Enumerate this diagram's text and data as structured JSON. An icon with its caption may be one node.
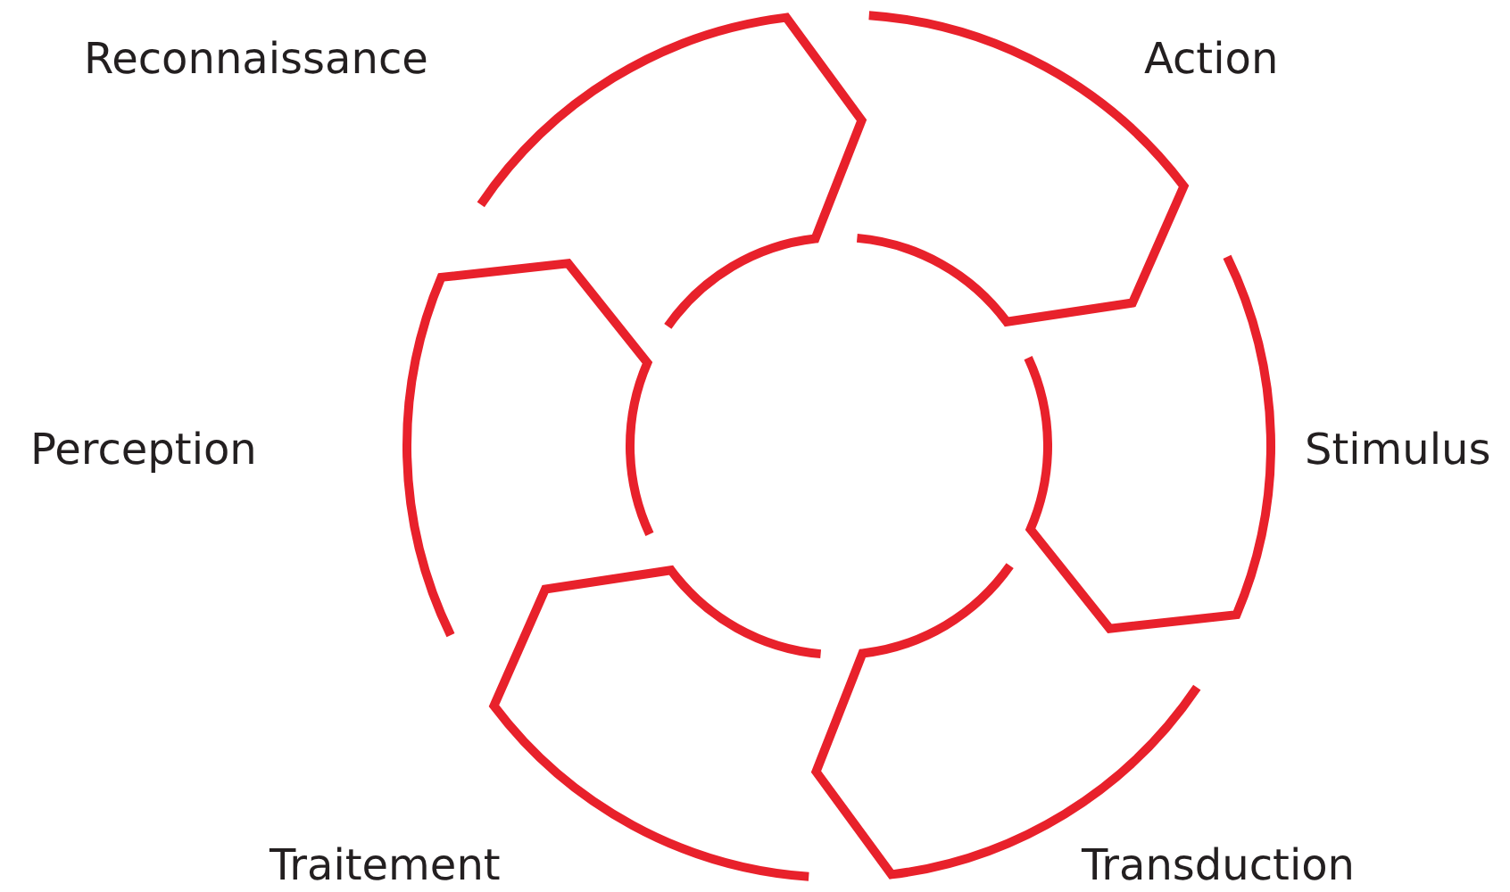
{
  "diagram": {
    "nodes": [
      {
        "text": [
          "Reconnaissance"
        ]
      },
      {
        "text": [
          "Action"
        ]
      },
      {
        "text": [
          "Perception"
        ]
      },
      {
        "text": [
          "Stimulus"
        ]
      },
      {
        "text": [
          "Traitement"
        ]
      },
      {
        "text": [
          "Transduction"
        ]
      }
    ]
  }
}
